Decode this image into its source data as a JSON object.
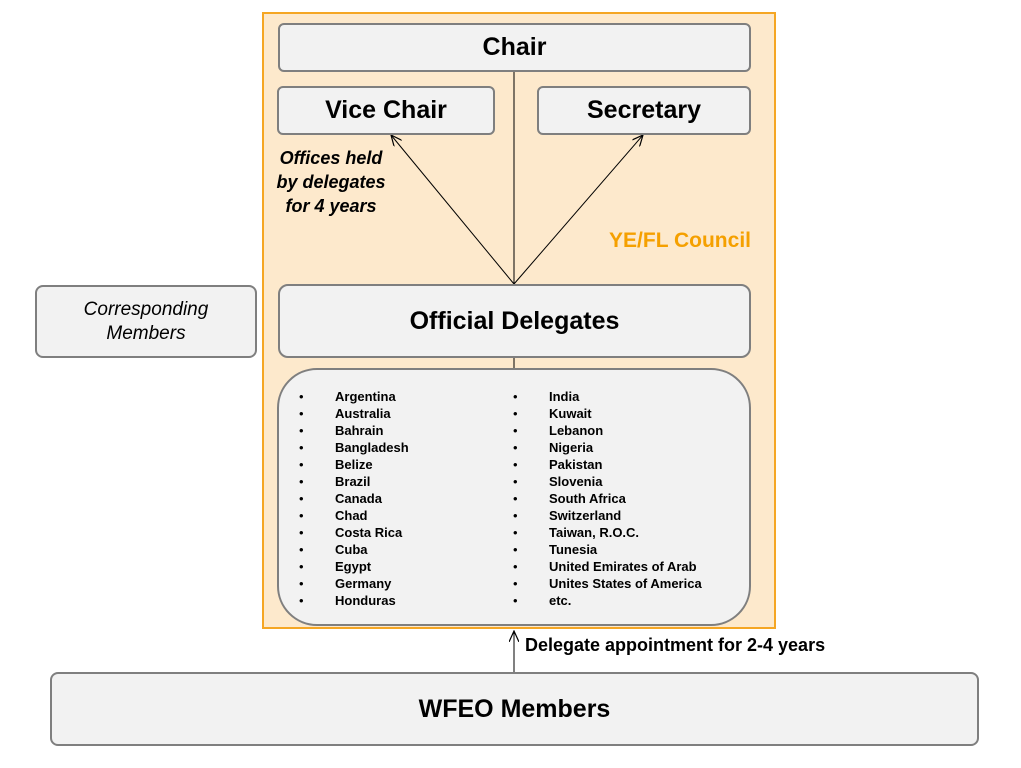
{
  "council": {
    "label": "YE/FL Council",
    "chair": "Chair",
    "vice_chair": "Vice Chair",
    "secretary": "Secretary",
    "offices_note": [
      "Offices held",
      "by delegates",
      "for 4 years"
    ],
    "official_delegates": "Official Delegates",
    "countries_left": [
      "Argentina",
      "Australia",
      "Bahrain",
      "Bangladesh",
      "Belize",
      "Brazil",
      "Canada",
      "Chad",
      "Costa Rica",
      "Cuba",
      "Egypt",
      "Germany",
      "Honduras"
    ],
    "countries_right": [
      "India",
      "Kuwait",
      "Lebanon",
      "Nigeria",
      "Pakistan",
      "Slovenia",
      "South Africa",
      "Switzerland",
      "Taiwan, R.O.C.",
      "Tunesia",
      "United Emirates of Arab",
      "Unites States of America",
      "etc."
    ]
  },
  "corresponding_members": [
    "Corresponding",
    "Members"
  ],
  "appointment_note": "Delegate appointment for 2-4 years",
  "wfeo_members": "WFEO Members",
  "colors": {
    "council_fill": "#fde9cc",
    "council_border": "#f5a623",
    "council_label": "#f5a000",
    "box_fill": "#f2f2f2",
    "box_border": "#7f7f7f"
  }
}
